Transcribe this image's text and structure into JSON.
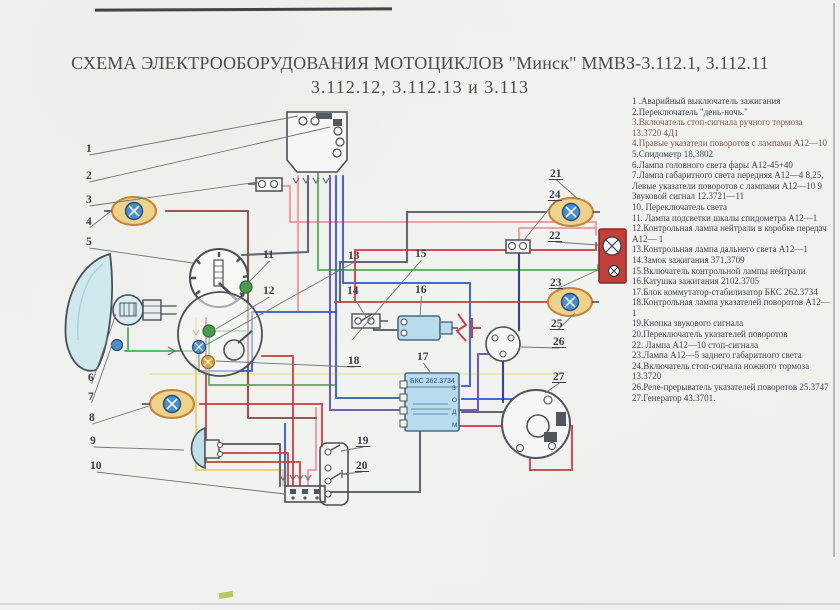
{
  "page": {
    "title_line1": "СХЕМА ЭЛЕКТРООБОРУДОВАНИЯ МОТОЦИКЛОВ \"Минск\" ММВЗ-3.112.1, 3.112.11",
    "title_line2": "3.112.12, 3.112.13 и 3.113"
  },
  "legend": {
    "items": [
      {
        "text": "1 .Аварийный выключатель зажигания",
        "tint": false
      },
      {
        "text": "2.Переключатель \"день-ночь.\"",
        "tint": false
      },
      {
        "text": "3.Включатель стоп-сигнала ручного тормоза 13.3720 4Д1",
        "tint": true
      },
      {
        "text": "4.Правые указатели поворотов с лампами А12—10",
        "tint": true
      },
      {
        "text": "5.Спидометр 18,3802",
        "tint": false
      },
      {
        "text": "6.Лампа головного света фары А12-45+40",
        "tint": false
      },
      {
        "text": "7.Лампа габаритного света передняя А12—4 8,25, Левые указатели поворотов с лампами А12—10 9 Звуковой сигнал 12.3721—11",
        "tint": false
      },
      {
        "text": "10. Переключатель света",
        "tint": false
      },
      {
        "text": "11. Лампа подсветки шкалы спидометра А12—1",
        "tint": false
      },
      {
        "text": "12.Контрольная лампа нейтрали в коробке передач А12— 1",
        "tint": false
      },
      {
        "text": "13.Контрольная лампа дальнего света А12—1",
        "tint": false
      },
      {
        "text": "14.Замок зажигания 371.3709",
        "tint": false
      },
      {
        "text": "15.Включатель контрольной лампы нейтрали",
        "tint": false
      },
      {
        "text": "16.Катушка зажигания 2102.3705",
        "tint": false
      },
      {
        "text": "17.Блок коммутатор-стабилизатор БКС 262.3734",
        "tint": false
      },
      {
        "text": "18.Контрольная лампа указателей поворотов А12—1",
        "tint": false
      },
      {
        "text": "19.Кнопка звукового сигнала",
        "tint": false
      },
      {
        "text": "20.Переключатель указателей поворотов",
        "tint": false
      },
      {
        "text": "22. Лампа А12—10 стоп-сигнала",
        "tint": false
      },
      {
        "text": "23.Лампа А12—5 заднего габаритного света",
        "tint": false
      },
      {
        "text": "24.Включатель стоп-сигнала ножного тормоза 13.3720",
        "tint": false
      },
      {
        "text": "26.Реле-прерыватель указателей поворотов 25.3747",
        "tint": false
      },
      {
        "text": "27.Генератор 43.3701.",
        "tint": false
      }
    ]
  },
  "diagram": {
    "callouts": [
      "1",
      "2",
      "3",
      "4",
      "5",
      "6",
      "7",
      "8",
      "9",
      "10",
      "11",
      "12",
      "13",
      "14",
      "15",
      "16",
      "17",
      "18",
      "19",
      "20",
      "21",
      "22",
      "23",
      "24",
      "25",
      "26",
      "27"
    ],
    "bks_label": "БКС 262.3734",
    "bks_terminals_right": [
      "З",
      "О",
      "Д",
      "М"
    ],
    "colors": {
      "wire_red": "#c5454e",
      "wire_pink": "#eb9aa2",
      "wire_green": "#5aae62",
      "wire_blue": "#3a5ec0",
      "wire_navy": "#26348e",
      "wire_purple": "#6b4fae",
      "wire_gray": "#565b66",
      "wire_yellow": "#e5d470",
      "wire_brown": "#8a4a42",
      "component_fill": "#b9dcec",
      "signal_amber": "#ecd28a",
      "lamp_blue": "#4a90c8",
      "taillight_red": "#c0403a"
    }
  }
}
